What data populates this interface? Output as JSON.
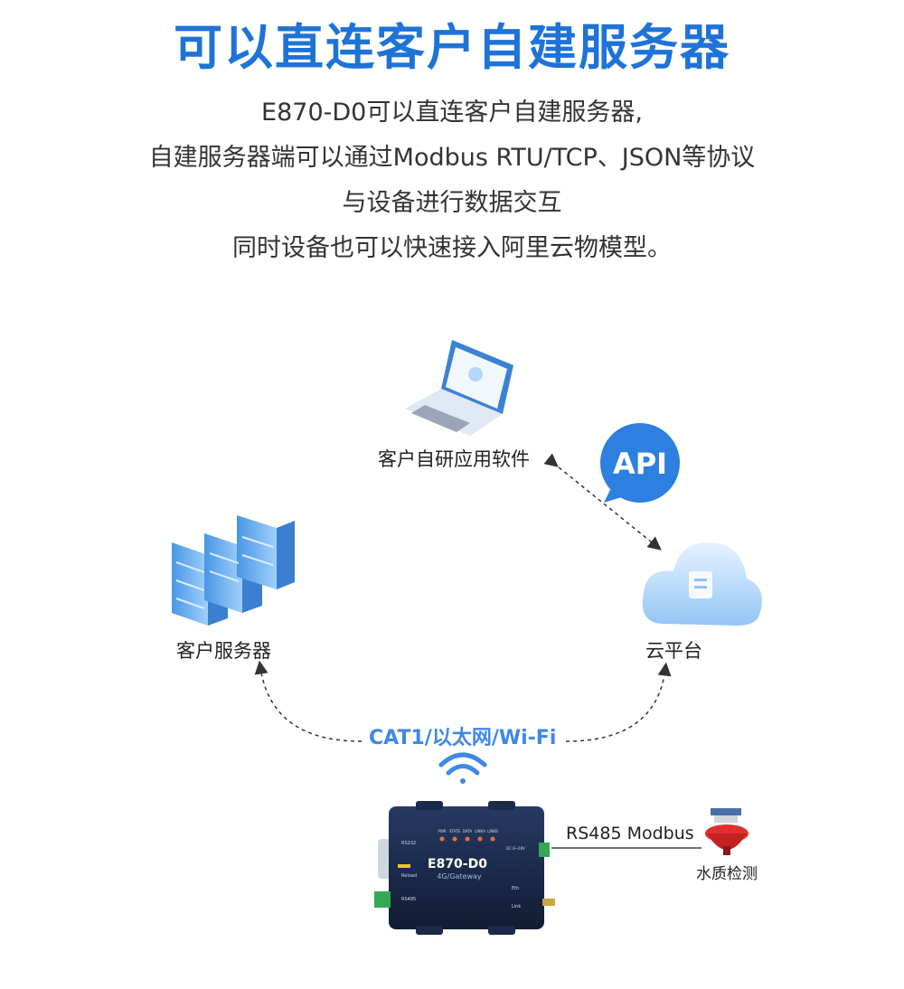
{
  "title": "可以直连客户自建服务器",
  "description": [
    "E870-D0可以直连客户自建服务器,",
    "自建服务器端可以通过Modbus RTU/TCP、JSON等协议",
    "与设备进行数据交互",
    "同时设备也可以快速接入阿里云物模型。"
  ],
  "nodes": {
    "software": "客户自研应用软件",
    "server": "客户服务器",
    "cloud": "云平台",
    "sensor": "水质检测"
  },
  "api_badge": "API",
  "link_label": "CAT1/以太网/Wi-Fi",
  "rs485_label": "RS485 Modbus",
  "device": {
    "model": "E870-D0",
    "subtitle": "4G/Gateway",
    "leds": [
      "PWR",
      "STATE",
      "DATA",
      "LINKA",
      "LINKB"
    ],
    "ports": [
      "RS232",
      "Reload",
      "RS485",
      "DC 8~28V",
      "Eth",
      "Link"
    ]
  },
  "colors": {
    "title": "#1e73d8",
    "accent": "#3d88e8",
    "server": "#6fb0f0",
    "device_body": "#1c2a4a"
  }
}
